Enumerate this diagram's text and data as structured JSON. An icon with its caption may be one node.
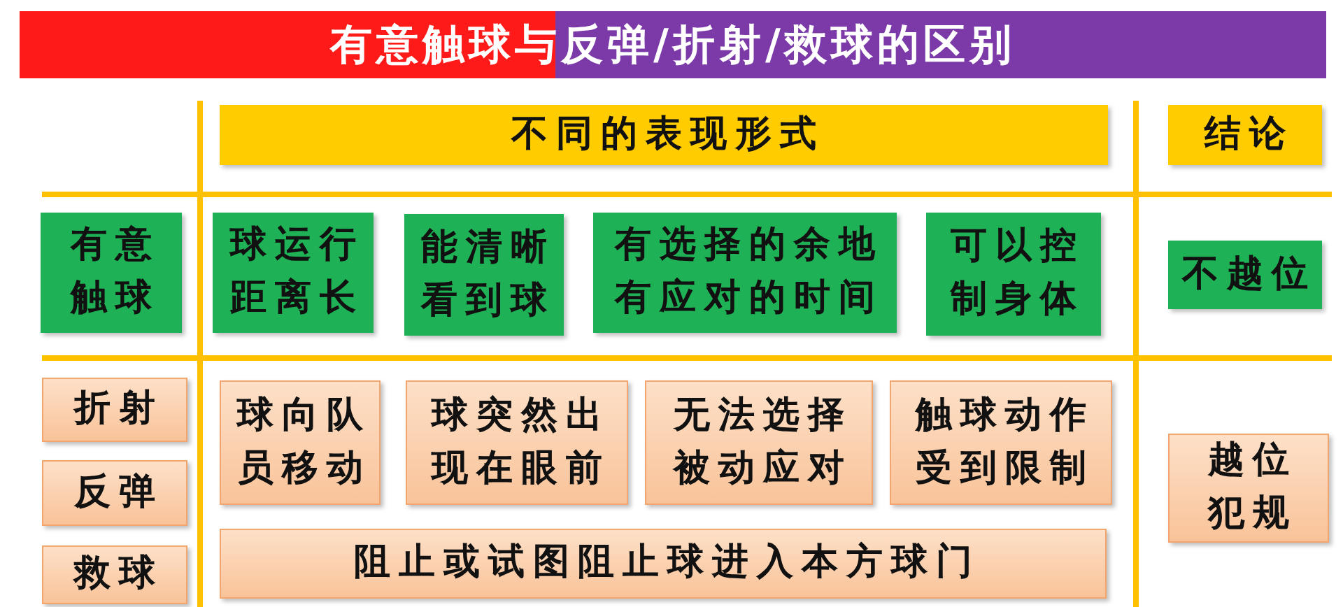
{
  "diagram": {
    "title": "有意触球与反弹/折射/救球的区别",
    "nodes": [
      {
        "text": [
          "不同的表现形式"
        ]
      },
      {
        "text": [
          "结论"
        ]
      },
      {
        "text": [
          "有意触球"
        ]
      },
      {
        "text": [
          "球运行距离长"
        ]
      },
      {
        "text": [
          "能清晰看到球"
        ]
      },
      {
        "text": [
          "有选择的余地有应对的时间"
        ]
      },
      {
        "text": [
          "可以控制身体"
        ]
      },
      {
        "text": [
          "不越位"
        ]
      },
      {
        "text": [
          "折射"
        ]
      },
      {
        "text": [
          "反弹"
        ]
      },
      {
        "text": [
          "救球"
        ]
      },
      {
        "text": [
          "球向队员移动"
        ]
      },
      {
        "text": [
          "球突然出现在眼前"
        ]
      },
      {
        "text": [
          "无法选择被动应对"
        ]
      },
      {
        "text": [
          "触球动作受到限制"
        ]
      },
      {
        "text": [
          "阻止或试图阻止球进入本方球门"
        ]
      },
      {
        "text": [
          "越位犯规"
        ]
      }
    ]
  }
}
